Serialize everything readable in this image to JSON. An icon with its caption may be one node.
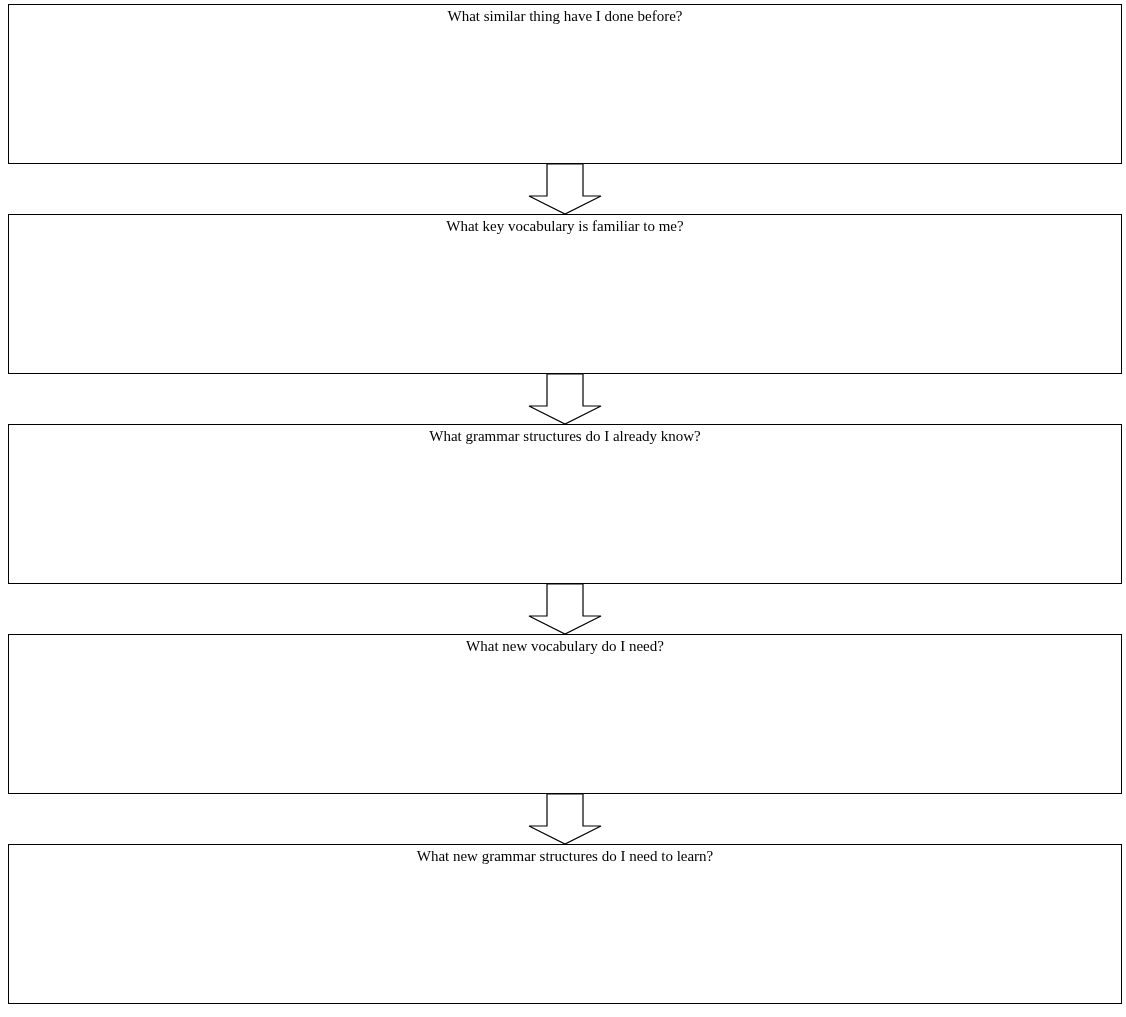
{
  "diagram": {
    "nodes": [
      {
        "text": [
          "What similar thing have I done before?"
        ]
      },
      {
        "text": [
          "What key vocabulary is familiar to me?"
        ]
      },
      {
        "text": [
          "What grammar structures do I already know?"
        ]
      },
      {
        "text": [
          "What new vocabulary do I need?"
        ]
      },
      {
        "text": [
          "What new grammar structures do I need to learn?"
        ]
      }
    ],
    "edges": [
      {
        "from": 0,
        "to": 1,
        "arrow": "to"
      },
      {
        "from": 1,
        "to": 2,
        "arrow": "to"
      },
      {
        "from": 2,
        "to": 3,
        "arrow": "to"
      },
      {
        "from": 3,
        "to": 4,
        "arrow": "to"
      }
    ]
  }
}
